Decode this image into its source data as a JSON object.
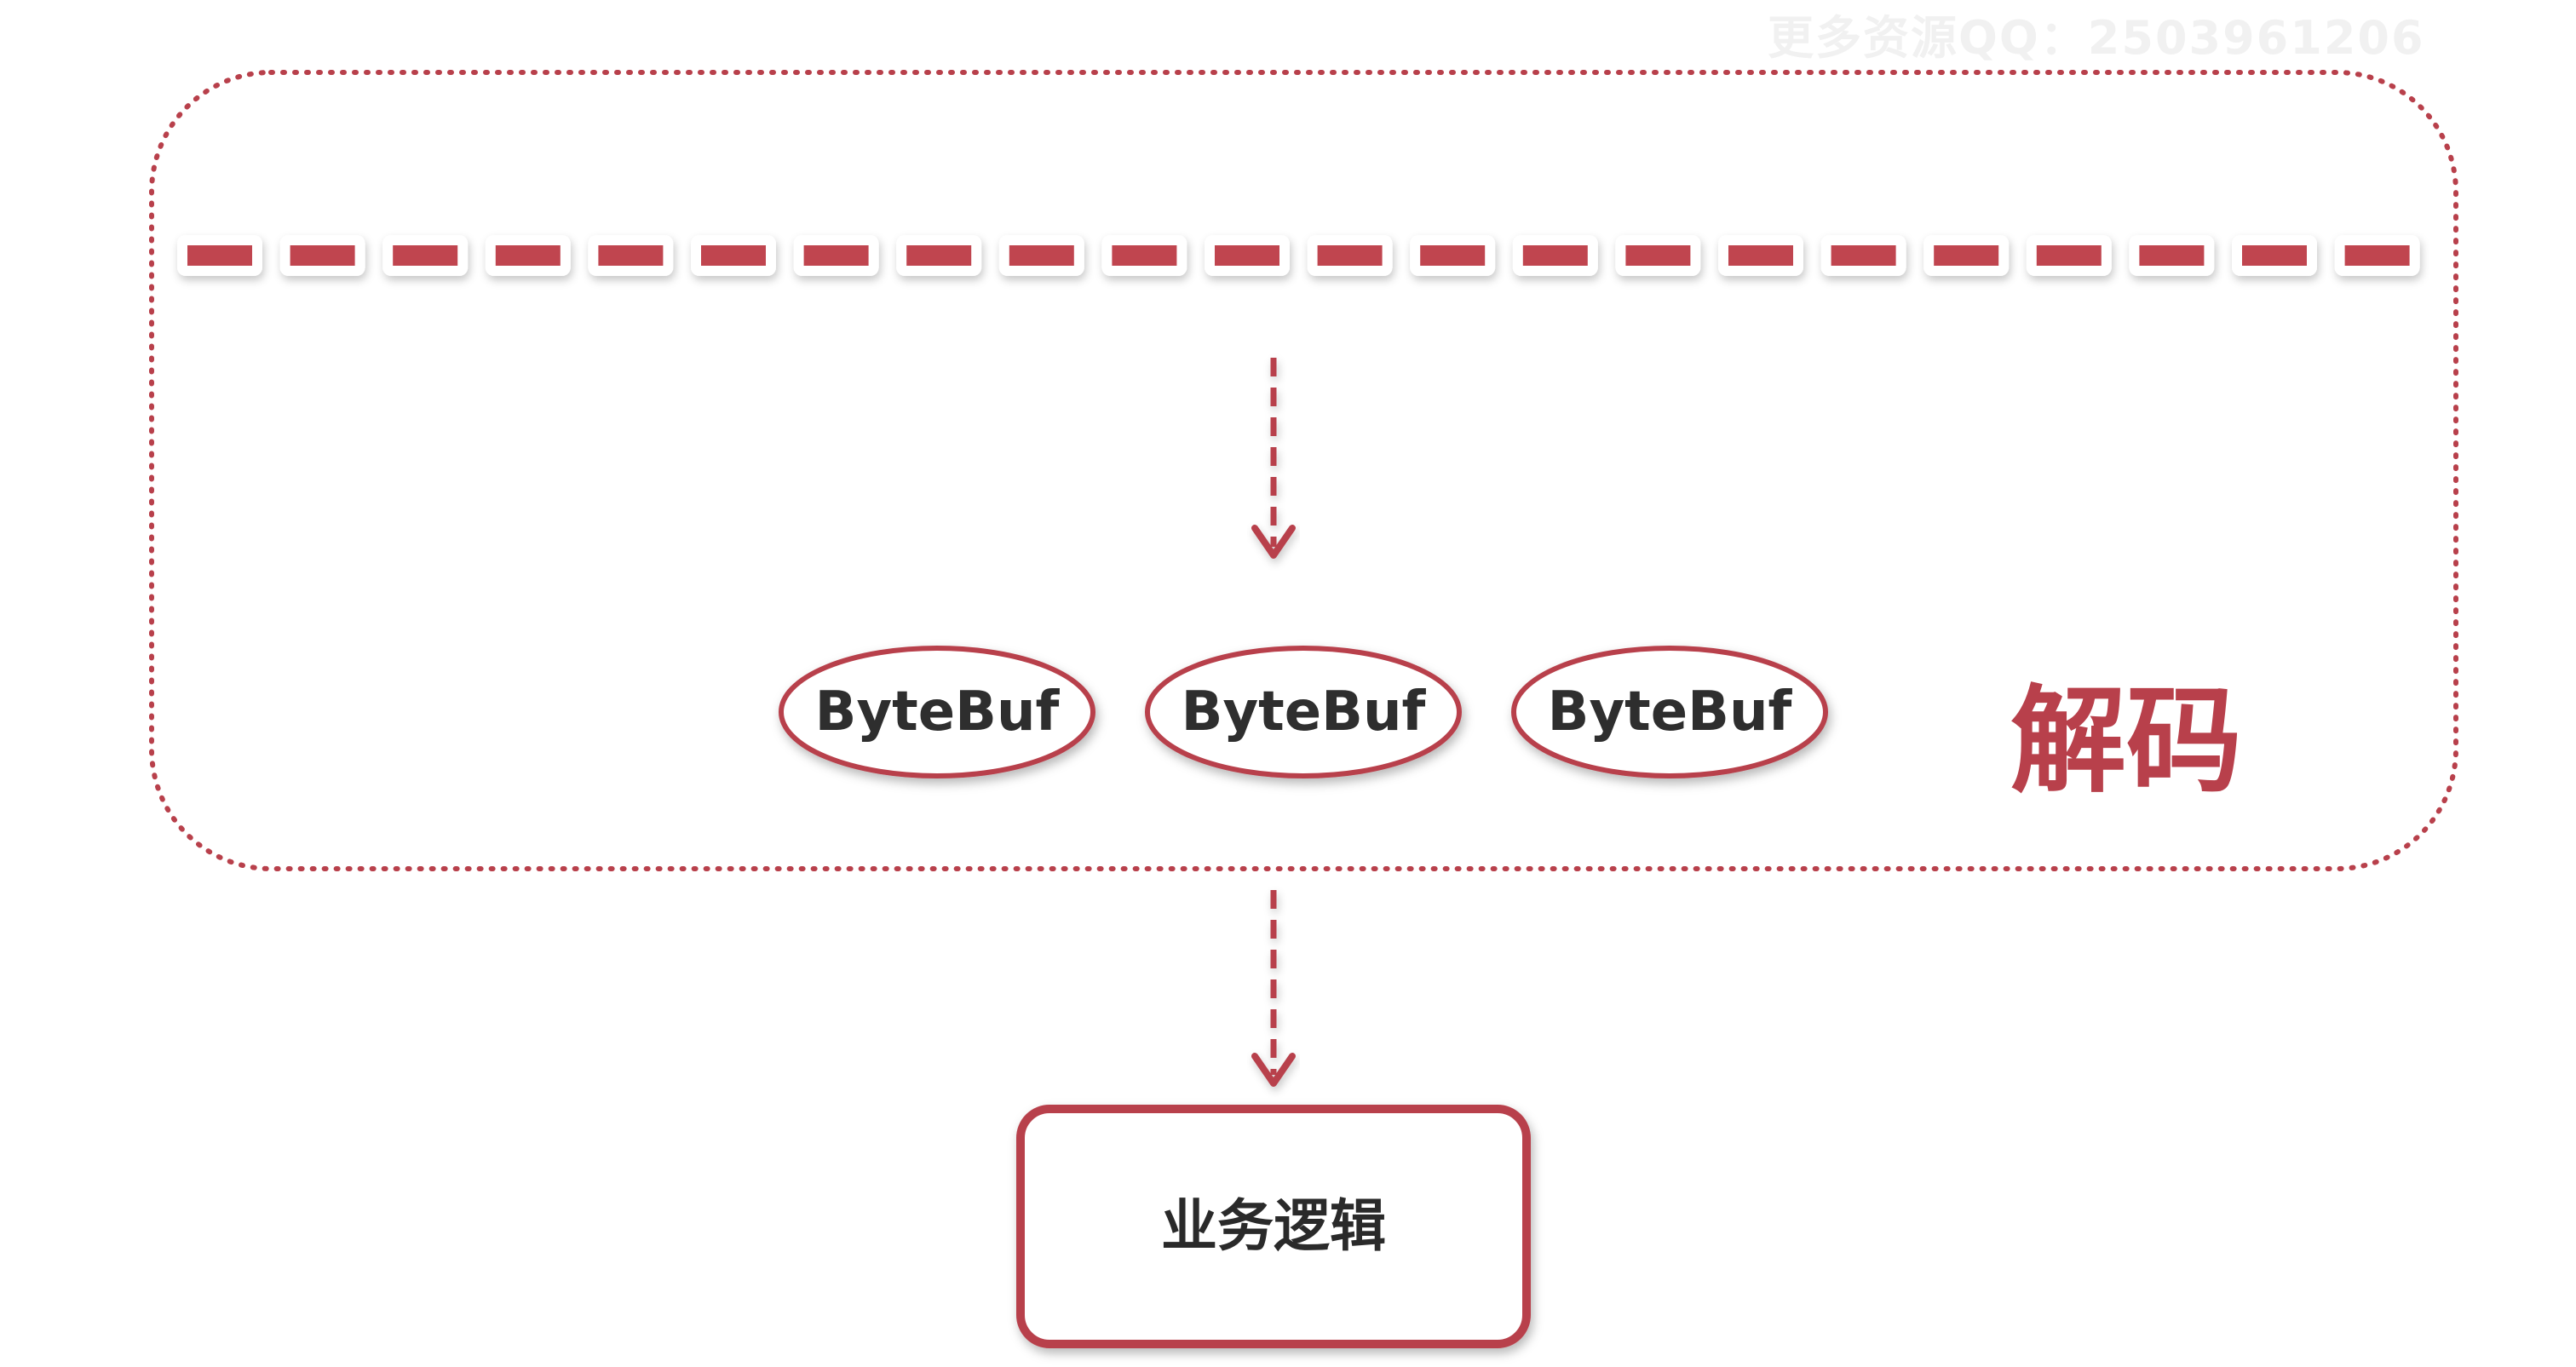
{
  "watermark": "更多资源QQ：2503961206",
  "decoder": {
    "buffers": [
      "ByteBuf",
      "ByteBuf",
      "ByteBuf"
    ],
    "label": "解码"
  },
  "business_logic": {
    "label": "业务逻辑"
  },
  "colors": {
    "accent": "#b8404b",
    "dash_fill": "#c0444f",
    "text_dark": "#2e2e2e",
    "background": "#ffffff"
  }
}
